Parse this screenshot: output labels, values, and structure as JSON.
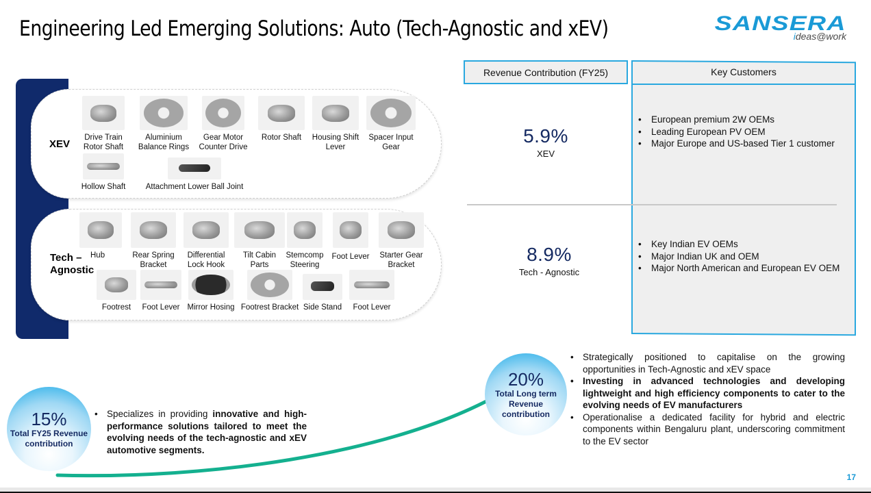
{
  "header": {
    "title": "Engineering Led Emerging Solutions: Auto (Tech-Agnostic and xEV)",
    "logo": {
      "brand": "SANSERA",
      "tagline_i": "i",
      "tagline_rest": "deas@work"
    }
  },
  "segments": {
    "xev": {
      "label": "XEV",
      "parts": [
        {
          "name": "Drive Train Rotor Shaft"
        },
        {
          "name": "Aluminium Balance Rings"
        },
        {
          "name": "Gear Motor Counter Drive"
        },
        {
          "name": "Rotor Shaft"
        },
        {
          "name": "Housing Shift Lever"
        },
        {
          "name": "Spacer Input Gear"
        },
        {
          "name": "Hollow Shaft"
        },
        {
          "name": "Attachment Lower Ball Joint"
        }
      ]
    },
    "tech": {
      "label_line1": "Tech –",
      "label_line2": "Agnostic",
      "parts": [
        {
          "name": "Hub"
        },
        {
          "name": "Rear Spring Bracket"
        },
        {
          "name": "Differential Lock Hook"
        },
        {
          "name": "Tilt Cabin Parts"
        },
        {
          "name": "Stemcomp Steering"
        },
        {
          "name": "Foot Lever"
        },
        {
          "name": "Starter Gear Bracket"
        },
        {
          "name": "Footrest"
        },
        {
          "name": "Foot Lever"
        },
        {
          "name": "Mirror Hosing"
        },
        {
          "name": "Footrest Bracket"
        },
        {
          "name": "Side Stand"
        },
        {
          "name": "Foot Lever"
        }
      ]
    }
  },
  "table": {
    "revenue_header": "Revenue Contribution (FY25)",
    "customers_header": "Key Customers",
    "rows": [
      {
        "percent": "5.9%",
        "segment": "XEV",
        "customers": [
          "European premium 2W OEMs",
          "Leading European PV OEM",
          "Major Europe and US-based Tier 1 customer"
        ]
      },
      {
        "percent": "8.9%",
        "segment": "Tech - Agnostic",
        "customers": [
          "Key Indian EV OEMs",
          "Major Indian UK and OEM",
          "Major North American and European EV OEM"
        ]
      }
    ]
  },
  "bottom": {
    "circle_left": {
      "value": "15%",
      "line1": "Total FY25 Revenue",
      "line2": "contribution"
    },
    "left_bullet": {
      "plain": "Specializes in providing ",
      "bold": "innovative and high-performance solutions tailored to meet the evolving needs of the tech-agnostic and xEV automotive segments."
    },
    "circle_right": {
      "value": "20%",
      "line1": "Total Long term",
      "line2": "Revenue",
      "line3": "contribution"
    },
    "right_bullets": [
      {
        "text": "Strategically positioned to capitalise on the growing opportunities in Tech-Agnostic and xEV space",
        "bold": false
      },
      {
        "text": "Investing in advanced technologies and developing lightweight and high efficiency components to cater to the evolving needs of EV manufacturers",
        "bold": true
      },
      {
        "text": "Operationalise a dedicated facility for hybrid and electric components within Bengaluru plant, underscoring commitment to the EV sector",
        "bold": false
      }
    ]
  },
  "colors": {
    "navy": "#102a6b",
    "accent_blue": "#29a8df",
    "brand_blue": "#1a9ad6",
    "curve_green": "#14b08f",
    "percent_navy": "#152a62"
  },
  "page_number": "17"
}
